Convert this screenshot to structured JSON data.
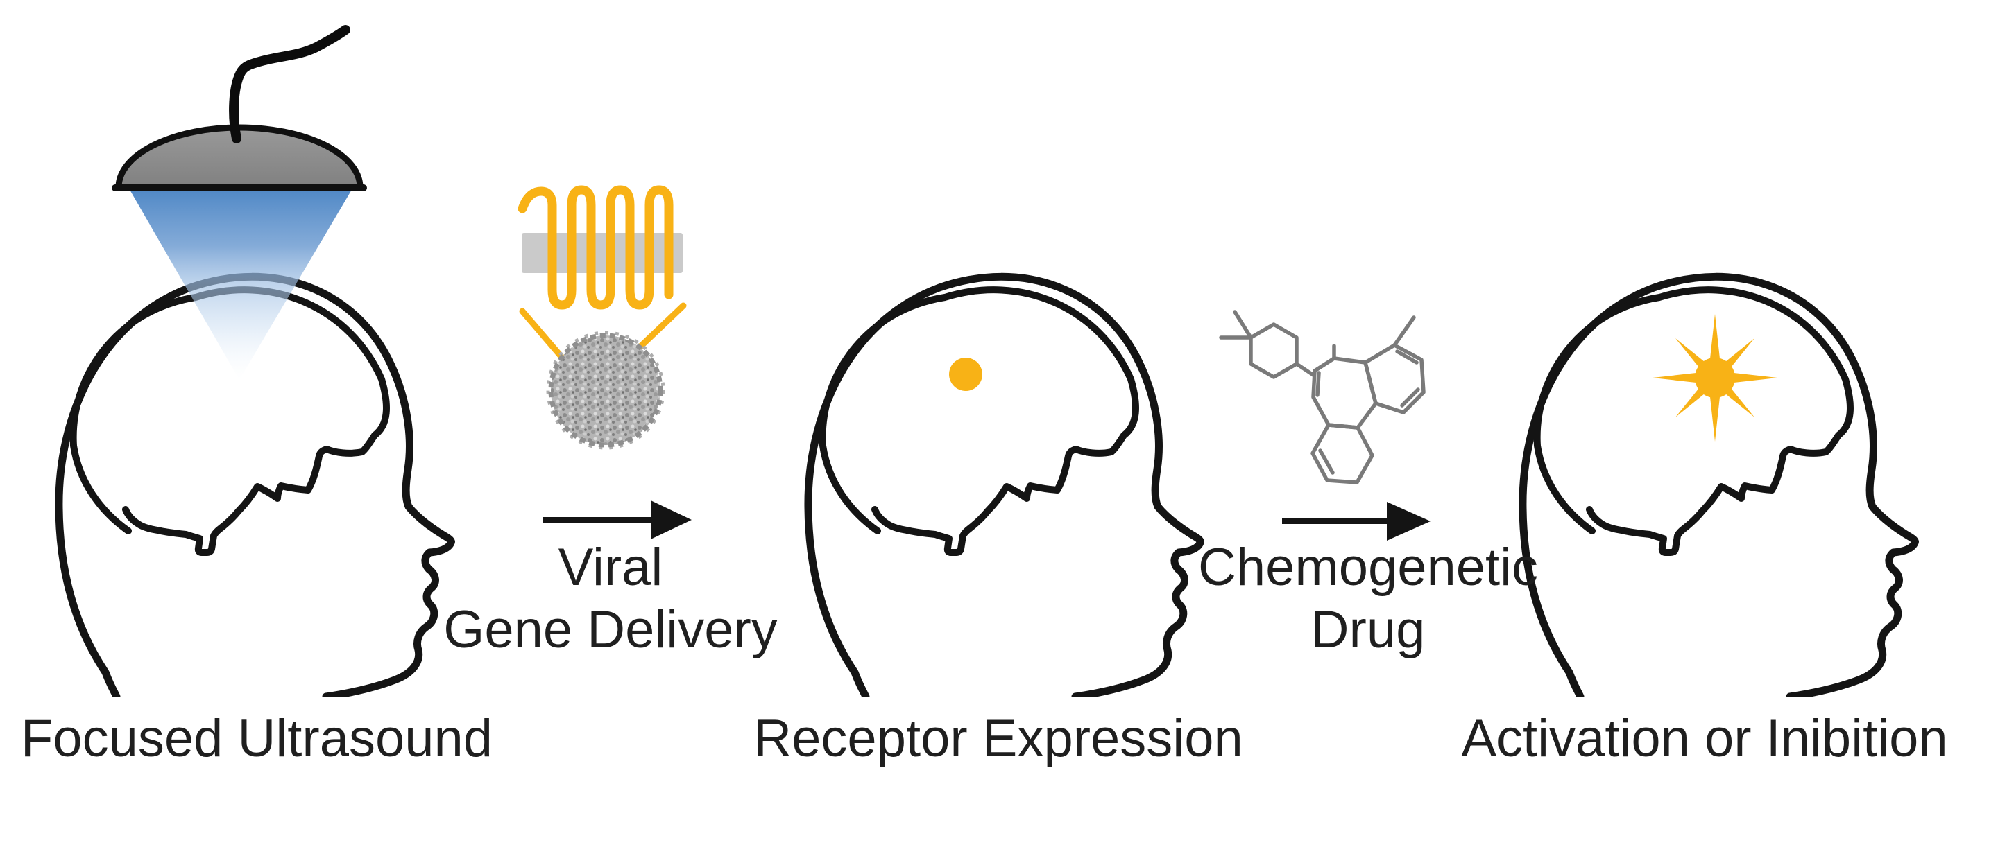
{
  "figure": {
    "title": "Focused ultrasound gene delivery chemogenetics schematic",
    "panels": [
      {
        "id": "focused-ultrasound",
        "caption": "Focused Ultrasound"
      },
      {
        "id": "receptor-expression",
        "caption": "Receptor Expression"
      },
      {
        "id": "activation-inhibition",
        "caption": "Activation or Inibition"
      }
    ],
    "arrows": [
      {
        "id": "viral-gene-delivery",
        "line1": "Viral",
        "line2": "Gene Delivery"
      },
      {
        "id": "chemogenetic-drug",
        "line1": "Chemogenetic",
        "line2": "Drug"
      }
    ],
    "icons": {
      "transducer": "ultrasound-transducer-icon",
      "beam": "ultrasound-beam-icon",
      "receptor": "gpcr-receptor-icon",
      "membrane": "cell-membrane-icon",
      "virus": "aav-virus-icon",
      "arrow": "right-arrow-icon",
      "dot": "receptor-expression-dot-icon",
      "molecule": "chemogenetic-molecule-icon",
      "starburst": "activation-starburst-icon",
      "head": "head-profile-outline"
    },
    "colors": {
      "accent_yellow": "#F8B216",
      "beam_blue": "#4D86C4",
      "beam_blue_light": "#C9DCF1",
      "transducer_gray": "#8F8F8F",
      "membrane_gray": "#CACACA",
      "virus_gray": "#B3B3B3",
      "molecule_gray": "#7A7A7A",
      "outline_black": "#141414",
      "text_color": "#1F1F1F",
      "background": "#FFFFFF"
    }
  }
}
